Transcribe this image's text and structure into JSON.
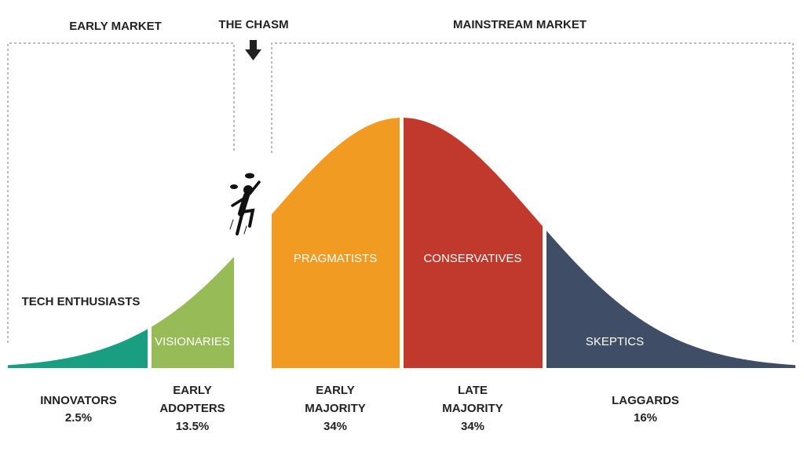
{
  "headers": {
    "early_market": "EARLY MARKET",
    "chasm": "THE CHASM",
    "mainstream_market": "MAINSTREAM MARKET"
  },
  "segments": [
    {
      "key": "innovators",
      "inner": "TECH ENTHUSIASTS",
      "name1": "INNOVATORS",
      "name2": "",
      "pct": "2.5%",
      "color": "#1a9e82"
    },
    {
      "key": "early-adopters",
      "inner": "VISIONARIES",
      "name1": "EARLY",
      "name2": "ADOPTERS",
      "pct": "13.5%",
      "color": "#96bb57"
    },
    {
      "key": "early-majority",
      "inner": "PRAGMATISTS",
      "name1": "EARLY",
      "name2": "MAJORITY",
      "pct": "34%",
      "color": "#f19b23"
    },
    {
      "key": "late-majority",
      "inner": "CONSERVATIVES",
      "name1": "LATE",
      "name2": "MAJORITY",
      "pct": "34%",
      "color": "#c1392d"
    },
    {
      "key": "laggards",
      "inner": "SKEPTICS",
      "name1": "LAGGARDS",
      "name2": "",
      "pct": "16%",
      "color": "#3f4e66"
    }
  ],
  "icons": {
    "arrow": "down-arrow-icon",
    "jumper": "jumping-person-icon"
  }
}
